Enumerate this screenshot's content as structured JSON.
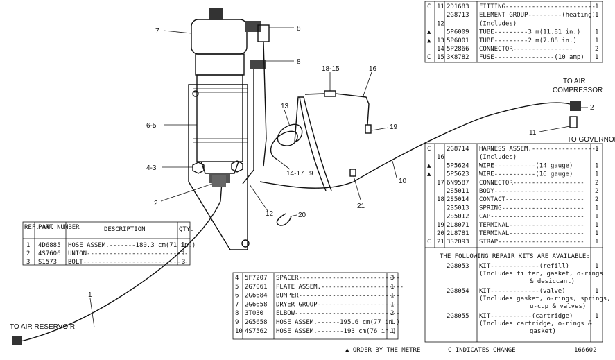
{
  "callouts": {
    "c7": "7",
    "c8a": "8",
    "c8b": "8",
    "c6_5": "6-5",
    "c4_3": "4-3",
    "c2a": "2",
    "c18_15": "18-15",
    "c16": "16",
    "c13": "13",
    "c14_17": "14-17",
    "c9": "9",
    "c19": "19",
    "c10": "10",
    "c12": "12",
    "c20": "20",
    "c21": "21",
    "c1": "1",
    "c2b": "2",
    "c11": "11"
  },
  "labels": {
    "to_air_reservoir": "TO AIR RESERVOIR",
    "to_air": "TO AIR",
    "compressor": "COMPRESSOR",
    "to_governor": "TO GOVERNOR"
  },
  "table_left": {
    "headers": [
      "REF. NO.",
      "PART NUMBER",
      "DESCRIPTION",
      "QTY."
    ],
    "rows": [
      {
        "ref": "1",
        "part": "4D6885",
        "desc": "HOSE ASSEM.-------180.3 cm(71 in.)",
        "qty": "1"
      },
      {
        "ref": "2",
        "part": "4S7606",
        "desc": "UNION---------------------------",
        "qty": "1"
      },
      {
        "ref": "3",
        "part": "S1573",
        "desc": "BOLT----------------------------",
        "qty": "3"
      }
    ]
  },
  "table_mid": {
    "rows": [
      {
        "ref": "4",
        "part": "5F7207",
        "desc": "SPACER---------------------------",
        "qty": "3"
      },
      {
        "ref": "5",
        "part": "2G7061",
        "desc": "PLATE ASSEM.----------------------",
        "qty": "1"
      },
      {
        "ref": "6",
        "part": "2G6684",
        "desc": "BUMPER---------------------------",
        "qty": "1"
      },
      {
        "ref": "7",
        "part": "2G6658",
        "desc": "DRYER GROUP----------------------",
        "qty": "1"
      },
      {
        "ref": "8",
        "part": "3T030",
        "desc": "ELBOW----------------------------",
        "qty": "2"
      },
      {
        "ref": "9",
        "part": "2G5658",
        "desc": "HOSE ASSEM.------195.6 cm(77 in.)",
        "qty": "1"
      },
      {
        "ref": "10",
        "part": "4S7562",
        "desc": "HOSE ASSEM.-------193 cm(76 in.)",
        "qty": "1"
      }
    ]
  },
  "table_top_right": {
    "rows": [
      {
        "mark": "C",
        "ref": "11",
        "part": "2D1683",
        "desc": "FITTING------------------------",
        "qty": "1"
      },
      {
        "mark": "",
        "ref": "",
        "part": "2G8713",
        "desc": "ELEMENT GROUP---------(heating)",
        "qty": "1"
      },
      {
        "mark": "",
        "ref": "12",
        "part": "",
        "desc": "(Includes)",
        "qty": ""
      },
      {
        "mark": "▲",
        "ref": "",
        "part": "5P6009",
        "desc": "TUBE---------3 m(11.81 in.)",
        "qty": "1"
      },
      {
        "mark": "▲",
        "ref": "13",
        "part": "5P6001",
        "desc": "TUBE---------2 m(7.88 in.)",
        "qty": "1"
      },
      {
        "mark": "",
        "ref": "14",
        "part": "5P2866",
        "desc": "CONNECTOR----------------",
        "qty": "2"
      },
      {
        "mark": "C",
        "ref": "15",
        "part": "3K8782",
        "desc": "FUSE----------------(10 amp)",
        "qty": "1"
      }
    ]
  },
  "table_right": {
    "rows": [
      {
        "mark": "C",
        "ref": "",
        "part": "2G8714",
        "desc": "HARNESS ASSEM.------------------",
        "qty": "1"
      },
      {
        "mark": "",
        "ref": "16",
        "part": "",
        "desc": "(Includes)",
        "qty": ""
      },
      {
        "mark": "▲",
        "ref": "",
        "part": "5P5624",
        "desc": "WIRE-----------(14 gauge)",
        "qty": "1"
      },
      {
        "mark": "▲",
        "ref": "",
        "part": "5P5623",
        "desc": "WIRE-----------(16 gauge)",
        "qty": "1"
      },
      {
        "mark": "",
        "ref": "17",
        "part": "6N9587",
        "desc": "CONNECTOR-------------------",
        "qty": "2"
      },
      {
        "mark": "",
        "ref": "",
        "part": "2S5011",
        "desc": "BODY------------------------",
        "qty": "2"
      },
      {
        "mark": "",
        "ref": "18",
        "part": "2S5014",
        "desc": "CONTACT---------------------",
        "qty": "2"
      },
      {
        "mark": "",
        "ref": "",
        "part": "2S5013",
        "desc": "SPRING----------------------",
        "qty": "1"
      },
      {
        "mark": "",
        "ref": "",
        "part": "2S5012",
        "desc": "CAP-------------------------",
        "qty": "1"
      },
      {
        "mark": "",
        "ref": "19",
        "part": "2L8071",
        "desc": "TERMINAL--------------------",
        "qty": "1"
      },
      {
        "mark": "",
        "ref": "20",
        "part": "2L8781",
        "desc": "TERMINAL--------------------",
        "qty": "1"
      },
      {
        "mark": "C",
        "ref": "21",
        "part": "3S2093",
        "desc": "STRAP-----------------------",
        "qty": "1"
      }
    ],
    "repair_heading": "THE FOLLOWING REPAIR KITS ARE AVAILABLE:",
    "kits": [
      {
        "part": "2G8053",
        "line1": "KIT-------------(refill)",
        "line2": "(Includes filter, gasket, o-rings",
        "line3": "& desiccant)",
        "qty": "1"
      },
      {
        "part": "2G8054",
        "line1": "KIT-------------(valve)",
        "line2": "(Includes gasket, o-rings, springs,",
        "line3": "u-cup & valves)",
        "qty": "1"
      },
      {
        "part": "2G8055",
        "line1": "KIT-----------(cartridge)",
        "line2": "(Includes cartridge, o-rings &",
        "line3": "gasket)",
        "qty": "1"
      }
    ]
  },
  "footer": {
    "order_note": "▲ ORDER BY THE METRE",
    "change_note": "C INDICATES CHANGE",
    "figure_number": "166602"
  }
}
